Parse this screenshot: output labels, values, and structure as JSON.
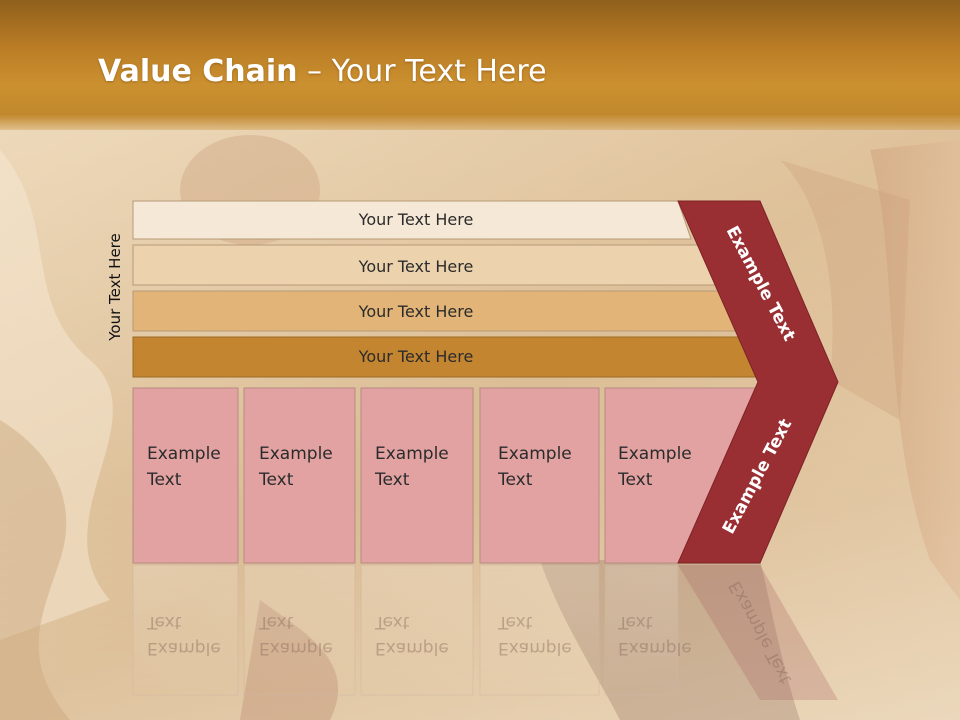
{
  "slide": {
    "title_bold": "Value Chain",
    "title_rest": " – Your Text Here",
    "side_label": "Your Text Here"
  },
  "bars": [
    {
      "label": "Your Text Here",
      "color": "#f6e8d6"
    },
    {
      "label": "Your Text Here",
      "color": "#ecd3ad"
    },
    {
      "label": "Your Text Here",
      "color": "#e2b478"
    },
    {
      "label": "Your Text Here",
      "color": "#c48531"
    }
  ],
  "boxes": [
    {
      "line1": "Example",
      "line2": "Text"
    },
    {
      "line1": "Example",
      "line2": "Text"
    },
    {
      "line1": "Example",
      "line2": "Text"
    },
    {
      "line1": "Example",
      "line2": "Text"
    },
    {
      "line1": "Example",
      "line2": "Text"
    }
  ],
  "chevron": {
    "top_label": "Example Text",
    "bottom_label": "Example Text",
    "color": "#9a2f33"
  },
  "colors": {
    "title_band": "#c08528",
    "box_fill": "#e2a2a2",
    "box_stroke": "#b58a82"
  }
}
